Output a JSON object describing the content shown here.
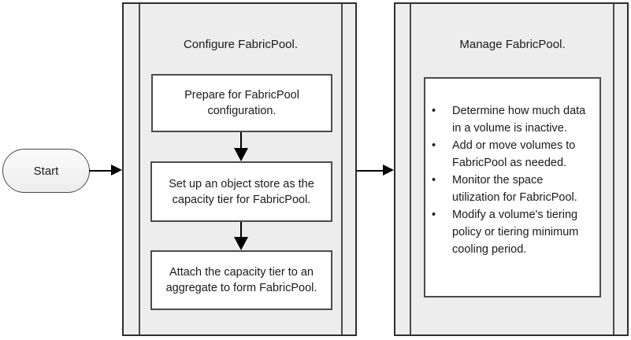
{
  "diagram": {
    "start": {
      "label": "Start"
    },
    "panels": [
      {
        "title": "Configure FabricPool.",
        "steps": [
          "Prepare for FabricPool configuration.",
          "Set up an object store as the capacity tier for FabricPool.",
          "Attach the capacity tier to an aggregate to form FabricPool."
        ]
      },
      {
        "title": "Manage FabricPool.",
        "bullet_marker": "•",
        "bullets": [
          "Determine how much data in a volume is inactive.",
          "Add or move volumes to FabricPool as needed.",
          "Monitor the space utilization for FabricPool.",
          "Modify a volume's tiering policy or tiering minimum cooling period."
        ]
      }
    ],
    "colors": {
      "panel_fill": "#ededed",
      "panel_border": "#2e2e2e",
      "lane_line": "#4a4a4a",
      "box_fill": "#ffffff",
      "box_border": "#4c4c4c",
      "arrow": "#000000",
      "text": "#1a1a1a",
      "page_background": "#ffffff"
    }
  }
}
